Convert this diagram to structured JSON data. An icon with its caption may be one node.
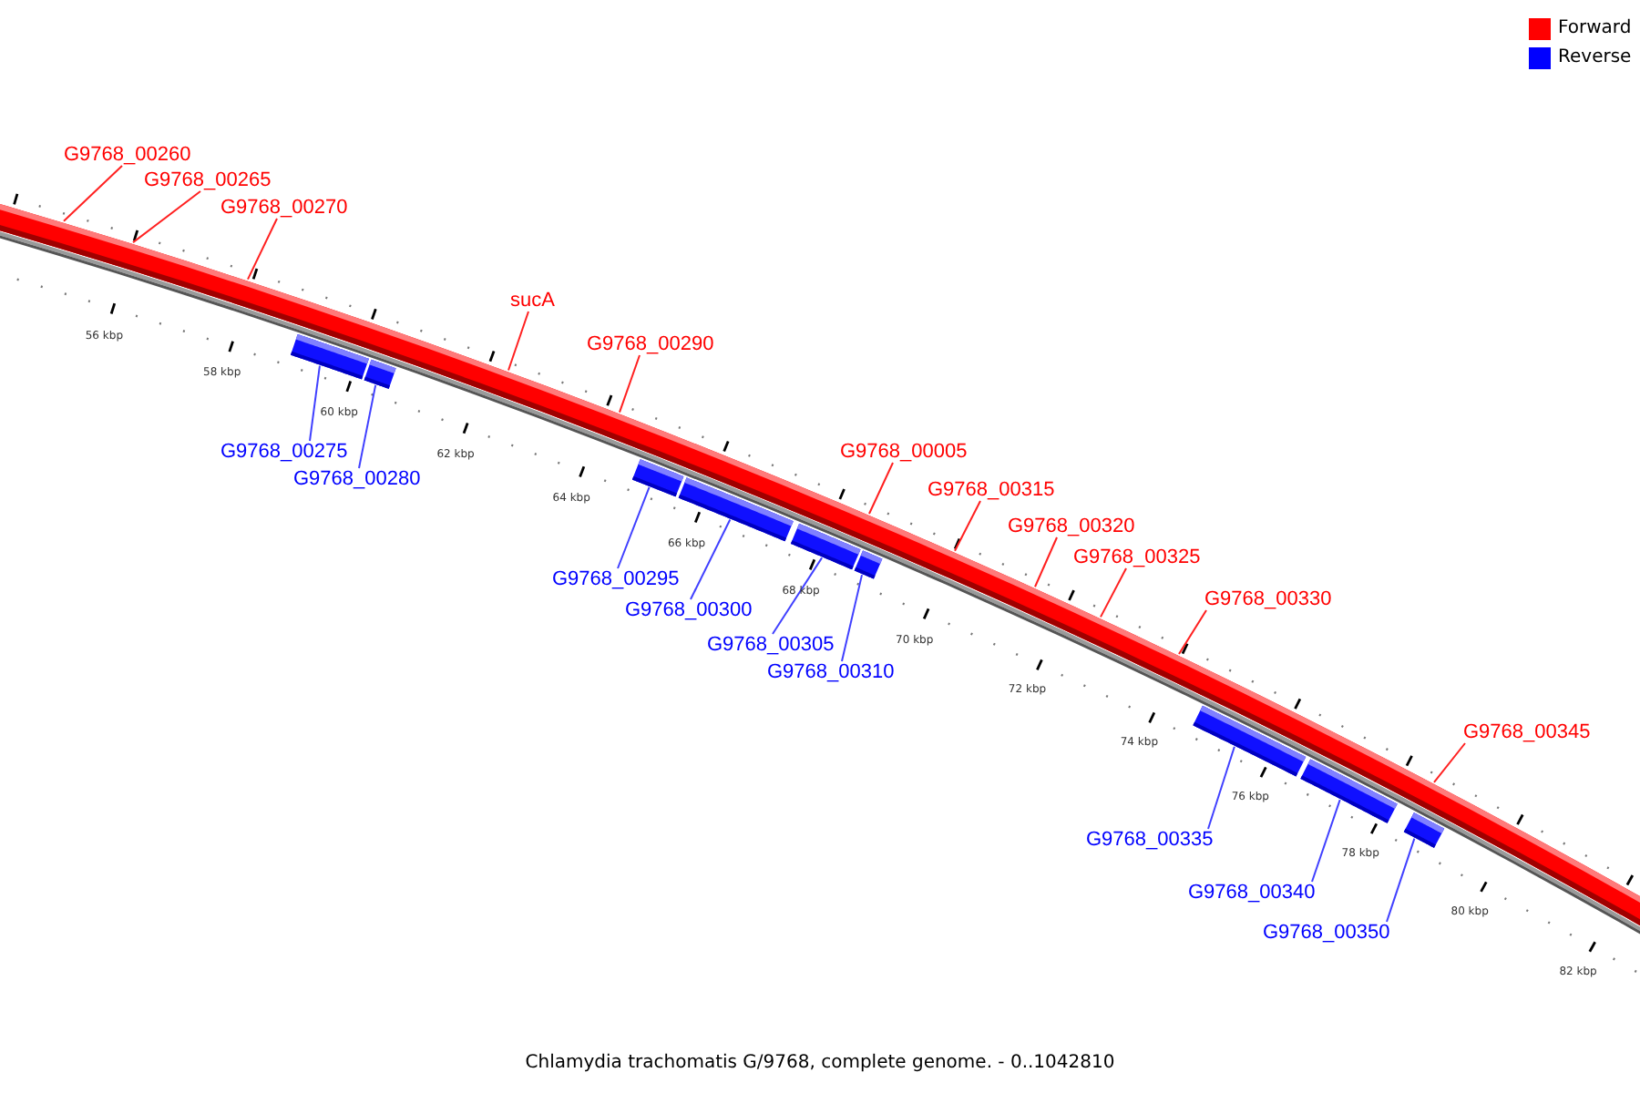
{
  "diagram": {
    "caption": "Chlamydia trachomatis G/9768, complete genome. - 0..1042810",
    "nodes": [
      {
        "text": [
          "G9768_00260"
        ]
      },
      {
        "text": [
          "G9768_00265"
        ]
      },
      {
        "text": [
          "G9768_00270"
        ]
      },
      {
        "text": [
          "sucA"
        ]
      },
      {
        "text": [
          "G9768_00290"
        ]
      },
      {
        "text": [
          "G9768_00005"
        ]
      },
      {
        "text": [
          "G9768_00315"
        ]
      },
      {
        "text": [
          "G9768_00320"
        ]
      },
      {
        "text": [
          "G9768_00325"
        ]
      },
      {
        "text": [
          "G9768_00330"
        ]
      },
      {
        "text": [
          "G9768_00345"
        ]
      },
      {
        "text": [
          "G9768_00275"
        ]
      },
      {
        "text": [
          "G9768_00280"
        ]
      },
      {
        "text": [
          "G9768_00295"
        ]
      },
      {
        "text": [
          "G9768_00300"
        ]
      },
      {
        "text": [
          "G9768_00305"
        ]
      },
      {
        "text": [
          "G9768_00310"
        ]
      },
      {
        "text": [
          "G9768_00335"
        ]
      },
      {
        "text": [
          "G9768_00340"
        ]
      },
      {
        "text": [
          "G9768_00350"
        ]
      },
      {
        "text": [],
        "shape": "box"
      },
      {
        "text": [],
        "shape": "box"
      },
      {
        "text": [],
        "shape": "box"
      },
      {
        "text": [],
        "shape": "box"
      },
      {
        "text": [],
        "shape": "box"
      },
      {
        "text": [],
        "shape": "box"
      },
      {
        "text": [],
        "shape": "box"
      },
      {
        "text": [],
        "shape": "box"
      },
      {
        "text": [],
        "shape": "box"
      }
    ],
    "edges": [
      {
        "from": 0,
        "to": null,
        "arrow": "none"
      },
      {
        "from": 1,
        "to": null,
        "arrow": "none"
      },
      {
        "from": 2,
        "to": null,
        "arrow": "none"
      },
      {
        "from": 3,
        "to": null,
        "arrow": "none"
      },
      {
        "from": 4,
        "to": null,
        "arrow": "none"
      },
      {
        "from": 5,
        "to": null,
        "arrow": "none"
      },
      {
        "from": 6,
        "to": null,
        "arrow": "none"
      },
      {
        "from": 7,
        "to": null,
        "arrow": "none"
      },
      {
        "from": 8,
        "to": null,
        "arrow": "none"
      },
      {
        "from": 9,
        "to": null,
        "arrow": "none"
      },
      {
        "from": 10,
        "to": null,
        "arrow": "none"
      },
      {
        "from": 11,
        "to": 20,
        "arrow": "none",
        "color": "#4040ff"
      },
      {
        "from": 12,
        "to": 21,
        "arrow": "none",
        "color": "#4040ff"
      },
      {
        "from": 13,
        "to": 22,
        "arrow": "none",
        "color": "#4040ff"
      },
      {
        "from": 14,
        "to": 23,
        "arrow": "none",
        "color": "#4040ff"
      },
      {
        "from": 15,
        "to": 24,
        "arrow": "none",
        "color": "#4040ff"
      },
      {
        "from": 16,
        "to": 25,
        "arrow": "none",
        "color": "#4040ff"
      },
      {
        "from": 17,
        "to": 26,
        "arrow": "none",
        "color": "#4040ff"
      },
      {
        "from": 18,
        "to": 27,
        "arrow": "none",
        "color": "#4040ff"
      },
      {
        "from": 19,
        "to": 28,
        "arrow": "none",
        "color": "#4040ff"
      }
    ],
    "labels": [
      "56 kbp",
      "58 kbp",
      "60 kbp",
      "62 kbp",
      "64 kbp",
      "66 kbp",
      "68 kbp",
      "70 kbp",
      "72 kbp",
      "74 kbp",
      "76 kbp",
      "78 kbp",
      "80 kbp",
      "82 kbp"
    ],
    "legend": [
      {
        "text": "Forward",
        "color": "#ff0000"
      },
      {
        "text": "Reverse",
        "color": "#0000ff"
      }
    ]
  }
}
